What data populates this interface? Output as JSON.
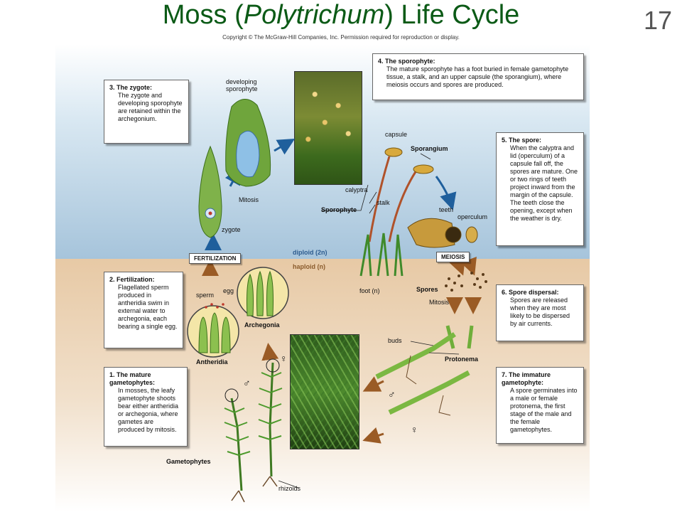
{
  "header": {
    "title_main": "Moss (",
    "title_italic": "Polytrichum",
    "title_end": ") Life Cycle",
    "slide_number": "17",
    "copyright": "Copyright © The McGraw-Hill Companies, Inc. Permission required for reproduction or display."
  },
  "zones": {
    "diploid": "diploid (2n)",
    "haploid": "haploid (n)"
  },
  "stages": [
    {
      "heading": "1. The mature gametophytes:",
      "text": "In mosses, the leafy gametophyte shoots bear either antheridia or archegonia, where gametes are produced by mitosis."
    },
    {
      "heading": "2. Fertilization:",
      "text": "Flagellated sperm produced in antheridia swim in external water to archegonia, each bearing a single egg."
    },
    {
      "heading": "3. The zygote:",
      "text": "The zygote and developing sporophyte are retained within the archegonium."
    },
    {
      "heading": "4. The sporophyte:",
      "text": "The mature sporophyte has a foot buried in female gametophyte tissue, a stalk, and an upper capsule (the sporangium), where meiosis occurs and spores are produced."
    },
    {
      "heading": "5. The spore:",
      "text": "When the calyptra and lid (operculum) of a capsule fall off, the spores are mature. One or two rings of teeth project inward from the margin of the capsule. The teeth close the opening, except when the weather is dry."
    },
    {
      "heading": "6. Spore dispersal:",
      "text": "Spores are released when they are most likely to be dispersed by air currents."
    },
    {
      "heading": "7. The immature gametophyte:",
      "text": "A spore germinates into a male or female protonema, the first stage of the male and the female gametophytes."
    }
  ],
  "processes": {
    "fertilization": "FERTILIZATION",
    "meiosis": "MEIOSIS"
  },
  "labels": {
    "developing_sporophyte": "developing sporophyte",
    "mitosis_top": "Mitosis",
    "zygote": "zygote",
    "capsule": "capsule",
    "sporangium": "Sporangium",
    "calyptra": "calyptra",
    "stalk": "stalk",
    "sporophyte": "Sporophyte",
    "teeth": "teeth",
    "operculum": "operculum",
    "foot": "foot (n)",
    "spores": "Spores",
    "mitosis_bottom": "Mitosis",
    "buds": "buds",
    "protonema": "Protonema",
    "sperm": "sperm",
    "egg": "egg",
    "archegonia": "Archegonia",
    "antheridia": "Antheridia",
    "gametophytes": "Gametophytes",
    "rhizoids": "rhizoids"
  },
  "symbols": {
    "male": "♂",
    "female": "♀"
  },
  "icons": [
    "male-symbol-icon",
    "female-symbol-icon",
    "cycle-arrow-icon"
  ],
  "colors": {
    "title": "#0b5a16",
    "diploid_band": "#a6c4db",
    "haploid_band": "#e7c9a5",
    "arrow": "#1f5f9c",
    "arrow_haploid": "#9a5b25"
  }
}
